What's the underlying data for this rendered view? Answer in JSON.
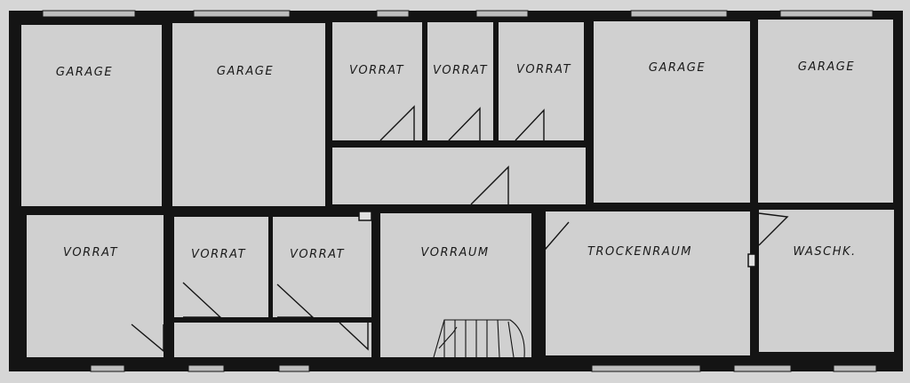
{
  "colors": {
    "paper": "#d6d6d6",
    "wall": "#141414",
    "floor": "#d0d0d0"
  },
  "rooms": [
    {
      "id": "garage-1",
      "label": "GARAGE"
    },
    {
      "id": "garage-2",
      "label": "GARAGE"
    },
    {
      "id": "vorrat-top-1",
      "label": "VORRAT"
    },
    {
      "id": "vorrat-top-2",
      "label": "VORRAT"
    },
    {
      "id": "vorrat-top-3",
      "label": "VORRAT"
    },
    {
      "id": "garage-3",
      "label": "GARAGE"
    },
    {
      "id": "garage-4",
      "label": "GARAGE"
    },
    {
      "id": "vorrat-bottom-1",
      "label": "VORRAT"
    },
    {
      "id": "vorrat-bottom-2",
      "label": "VORRAT"
    },
    {
      "id": "vorrat-bottom-3",
      "label": "VORRAT"
    },
    {
      "id": "vorraum",
      "label": "VORRAUM"
    },
    {
      "id": "trockenraum",
      "label": "TROCKENRAUM"
    },
    {
      "id": "waschkueche",
      "label": "WASCHK."
    }
  ]
}
